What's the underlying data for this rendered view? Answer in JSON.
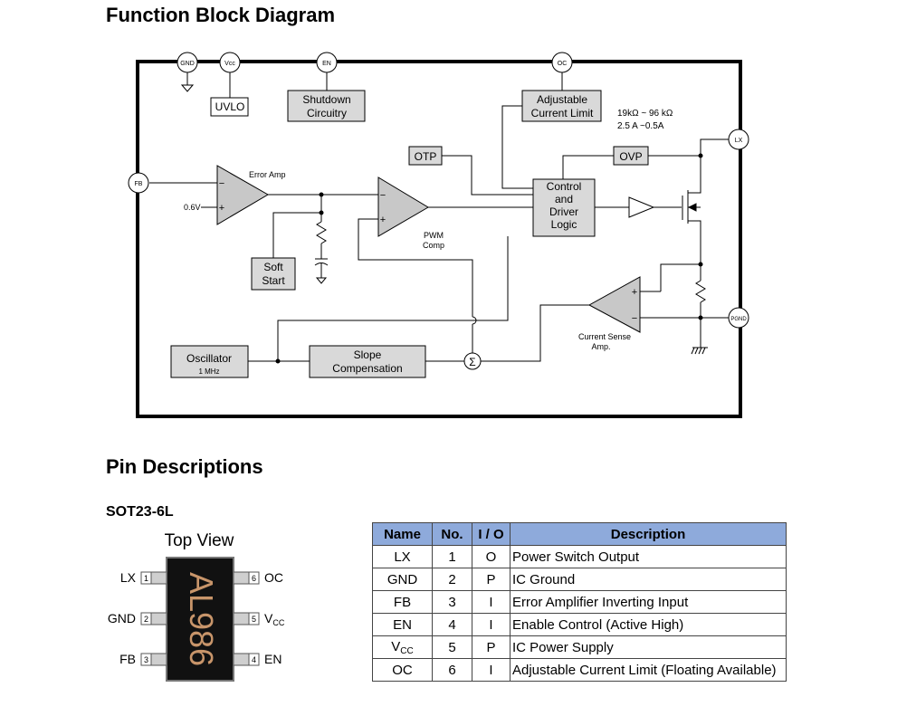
{
  "titles": {
    "block_diagram": "Function Block Diagram",
    "pin_descriptions": "Pin Descriptions"
  },
  "diagram": {
    "pins": {
      "gnd": "GND",
      "vcc": "Vcc",
      "en": "EN",
      "oc": "OC",
      "lx": "LX",
      "fb": "FB",
      "pgnd": "PGND"
    },
    "blocks": {
      "uvlo": "UVLO",
      "shutdown_1": "Shutdown",
      "shutdown_2": "Circuitry",
      "adj_limit_1": "Adjustable",
      "adj_limit_2": "Current Limit",
      "otp": "OTP",
      "ovp": "OVP",
      "control_1": "Control",
      "control_2": "and",
      "control_3": "Driver",
      "control_4": "Logic",
      "soft_start_1": "Soft",
      "soft_start_2": "Start",
      "oscillator": "Oscillator",
      "oscillator_freq": "1 MHz",
      "slope_1": "Slope",
      "slope_2": "Compensation"
    },
    "labels": {
      "error_amp": "Error Amp",
      "vref": "0.6V",
      "pwm_1": "PWM",
      "pwm_2": "Comp",
      "current_sense_1": "Current Sense",
      "current_sense_2": "Amp.",
      "resistor_range": "19kΩ ~ 96 kΩ",
      "current_range": "2.5 A ~0.5A",
      "plus": "+",
      "minus": "−",
      "sum": "Σ"
    }
  },
  "package": {
    "name": "SOT23-6L",
    "view": "Top View",
    "marking": "AL986",
    "left_pins": [
      {
        "num": "1",
        "name": "LX"
      },
      {
        "num": "2",
        "name": "GND"
      },
      {
        "num": "3",
        "name": "FB"
      }
    ],
    "right_pins": [
      {
        "num": "6",
        "name": "OC",
        "sub": ""
      },
      {
        "num": "5",
        "name": "V",
        "sub": "CC"
      },
      {
        "num": "4",
        "name": "EN",
        "sub": ""
      }
    ]
  },
  "pin_table": {
    "headers": [
      "Name",
      "No.",
      "I / O",
      "Description"
    ],
    "rows": [
      {
        "name": "LX",
        "sub": "",
        "no": "1",
        "io": "O",
        "desc": "Power Switch Output"
      },
      {
        "name": "GND",
        "sub": "",
        "no": "2",
        "io": "P",
        "desc": "IC Ground"
      },
      {
        "name": "FB",
        "sub": "",
        "no": "3",
        "io": "I",
        "desc": "Error Amplifier Inverting Input"
      },
      {
        "name": "EN",
        "sub": "",
        "no": "4",
        "io": "I",
        "desc": "Enable Control (Active High)"
      },
      {
        "name": "V",
        "sub": "CC",
        "no": "5",
        "io": "P",
        "desc": "IC Power Supply"
      },
      {
        "name": "OC",
        "sub": "",
        "no": "6",
        "io": "I",
        "desc": "Adjustable Current Limit (Floating Available)"
      }
    ]
  }
}
